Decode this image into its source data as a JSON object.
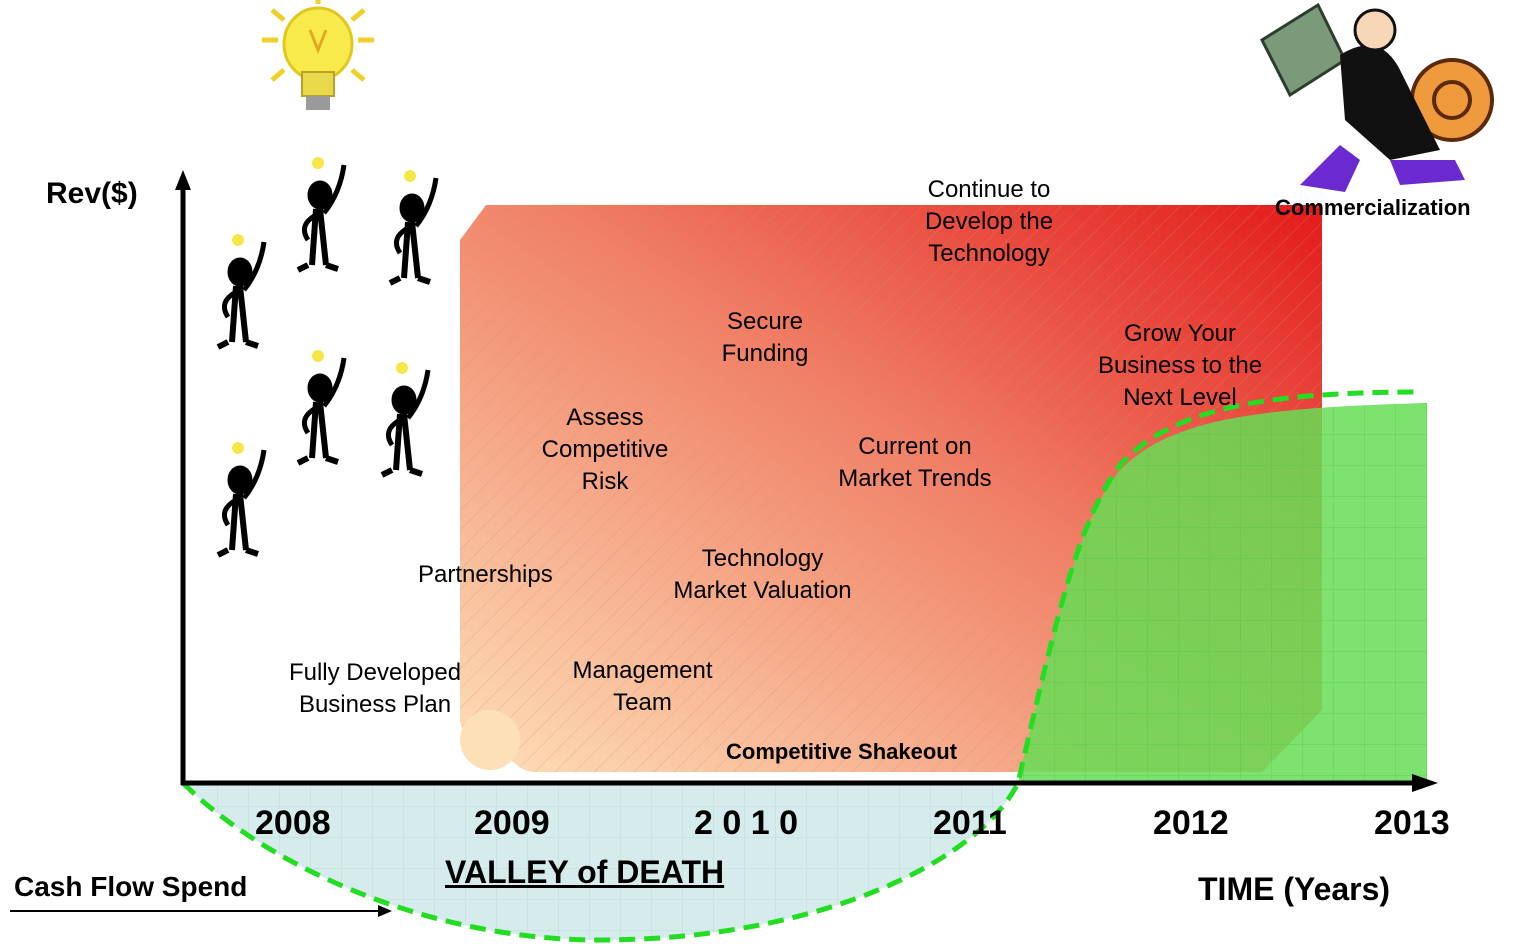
{
  "axes": {
    "y_label": "Rev($)",
    "x_label": "TIME (Years)",
    "years": [
      "2008",
      "2009",
      "2 0 1 0",
      "2011",
      "2012",
      "2013"
    ]
  },
  "labels": {
    "continue_line1": "Continue to",
    "continue_line2": "Develop the",
    "continue_line3": "Technology",
    "secure_line1": "Secure",
    "secure_line2": "Funding",
    "assess_line1": "Assess",
    "assess_line2": "Competitive",
    "assess_line3": "Risk",
    "grow_line1": "Grow Your",
    "grow_line2": "Business to the",
    "grow_line3": "Next Level",
    "market_line1": "Current on",
    "market_line2": "Market Trends",
    "tech_line1": "Technology",
    "tech_line2": "Market Valuation",
    "partnerships": "Partnerships",
    "plan_line1": "Fully Developed",
    "plan_line2": "Business Plan",
    "mgmt_line1": "Management",
    "mgmt_line2": "Team",
    "shakeout": "Competitive Shakeout",
    "commercialization": "Commercialization",
    "valley": "VALLEY of DEATH",
    "cash_flow": "Cash Flow Spend"
  },
  "colors": {
    "gradient_start": "#fde0b8",
    "gradient_end": "#e31a1a",
    "green_fill": "#66dd55",
    "green_dash": "#22dd22",
    "valley_fill": "#d6ecec"
  }
}
